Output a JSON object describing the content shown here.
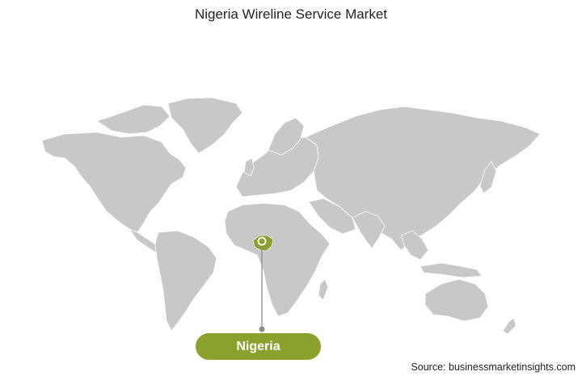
{
  "title": "Nigeria Wireline Service Market",
  "highlight": {
    "country": "Nigeria",
    "color": "#8aa12e",
    "marker_color": "#8a8a8a"
  },
  "base_map": {
    "land_color": "#c8c8c8"
  },
  "source": "Source: businessmarketinsights.com"
}
